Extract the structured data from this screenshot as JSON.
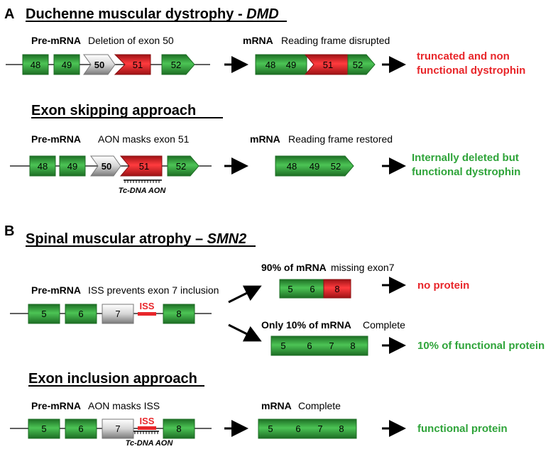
{
  "colors": {
    "green": "#2fa43a",
    "red": "#e8262a",
    "grey": "#c8c8c8",
    "text_red": "#e8262a",
    "text_green": "#2fa43a"
  },
  "panel_a": {
    "letter": "A",
    "title_plain": "Duchenne muscular dystrophy - ",
    "title_italic": "DMD",
    "row1": {
      "pre_label": "Pre-mRNA",
      "pre_desc": "Deletion of exon 50",
      "exons": [
        "48",
        "49",
        "50",
        "51",
        "52"
      ],
      "mrna_label": "mRNA",
      "mrna_desc": "Reading frame disrupted",
      "mrna_exons": [
        "48",
        "49",
        "51",
        "52"
      ],
      "outcome_line1": "truncated and non",
      "outcome_line2": "functional dystrophin"
    },
    "subtitle": "Exon skipping approach",
    "row2": {
      "pre_label": "Pre-mRNA",
      "pre_desc": "AON masks exon 51",
      "exons": [
        "48",
        "49",
        "50",
        "51",
        "52"
      ],
      "aon_label": "Tc-DNA AON",
      "mrna_label": "mRNA",
      "mrna_desc": "Reading frame restored",
      "mrna_exons": [
        "48",
        "49",
        "52"
      ],
      "outcome_line1": "Internally deleted but",
      "outcome_line2": "functional dystrophin"
    }
  },
  "panel_b": {
    "letter": "B",
    "title_plain": "Spinal muscular atrophy – ",
    "title_italic": "SMN2",
    "row1": {
      "pre_label": "Pre-mRNA",
      "pre_desc": "ISS prevents exon 7 inclusion",
      "exons": [
        "5",
        "6",
        "7",
        "8"
      ],
      "iss_label": "ISS",
      "mrna_top_label": "90% of mRNA",
      "mrna_top_desc": "missing exon7",
      "mrna_top_exons": [
        "5",
        "6",
        "8"
      ],
      "outcome_top": "no protein",
      "mrna_bottom_label": "Only 10% of mRNA",
      "mrna_bottom_desc": "Complete",
      "mrna_bottom_exons": [
        "5",
        "6",
        "7",
        "8"
      ],
      "outcome_bottom": "10% of functional protein"
    },
    "subtitle": "Exon inclusion approach",
    "row2": {
      "pre_label": "Pre-mRNA",
      "pre_desc": "AON masks ISS",
      "exons": [
        "5",
        "6",
        "7",
        "8"
      ],
      "iss_label": "ISS",
      "aon_label": "Tc-DNA AON",
      "mrna_label": "mRNA",
      "mrna_desc": "Complete",
      "mrna_exons": [
        "5",
        "6",
        "7",
        "8"
      ],
      "outcome": "functional protein"
    }
  }
}
